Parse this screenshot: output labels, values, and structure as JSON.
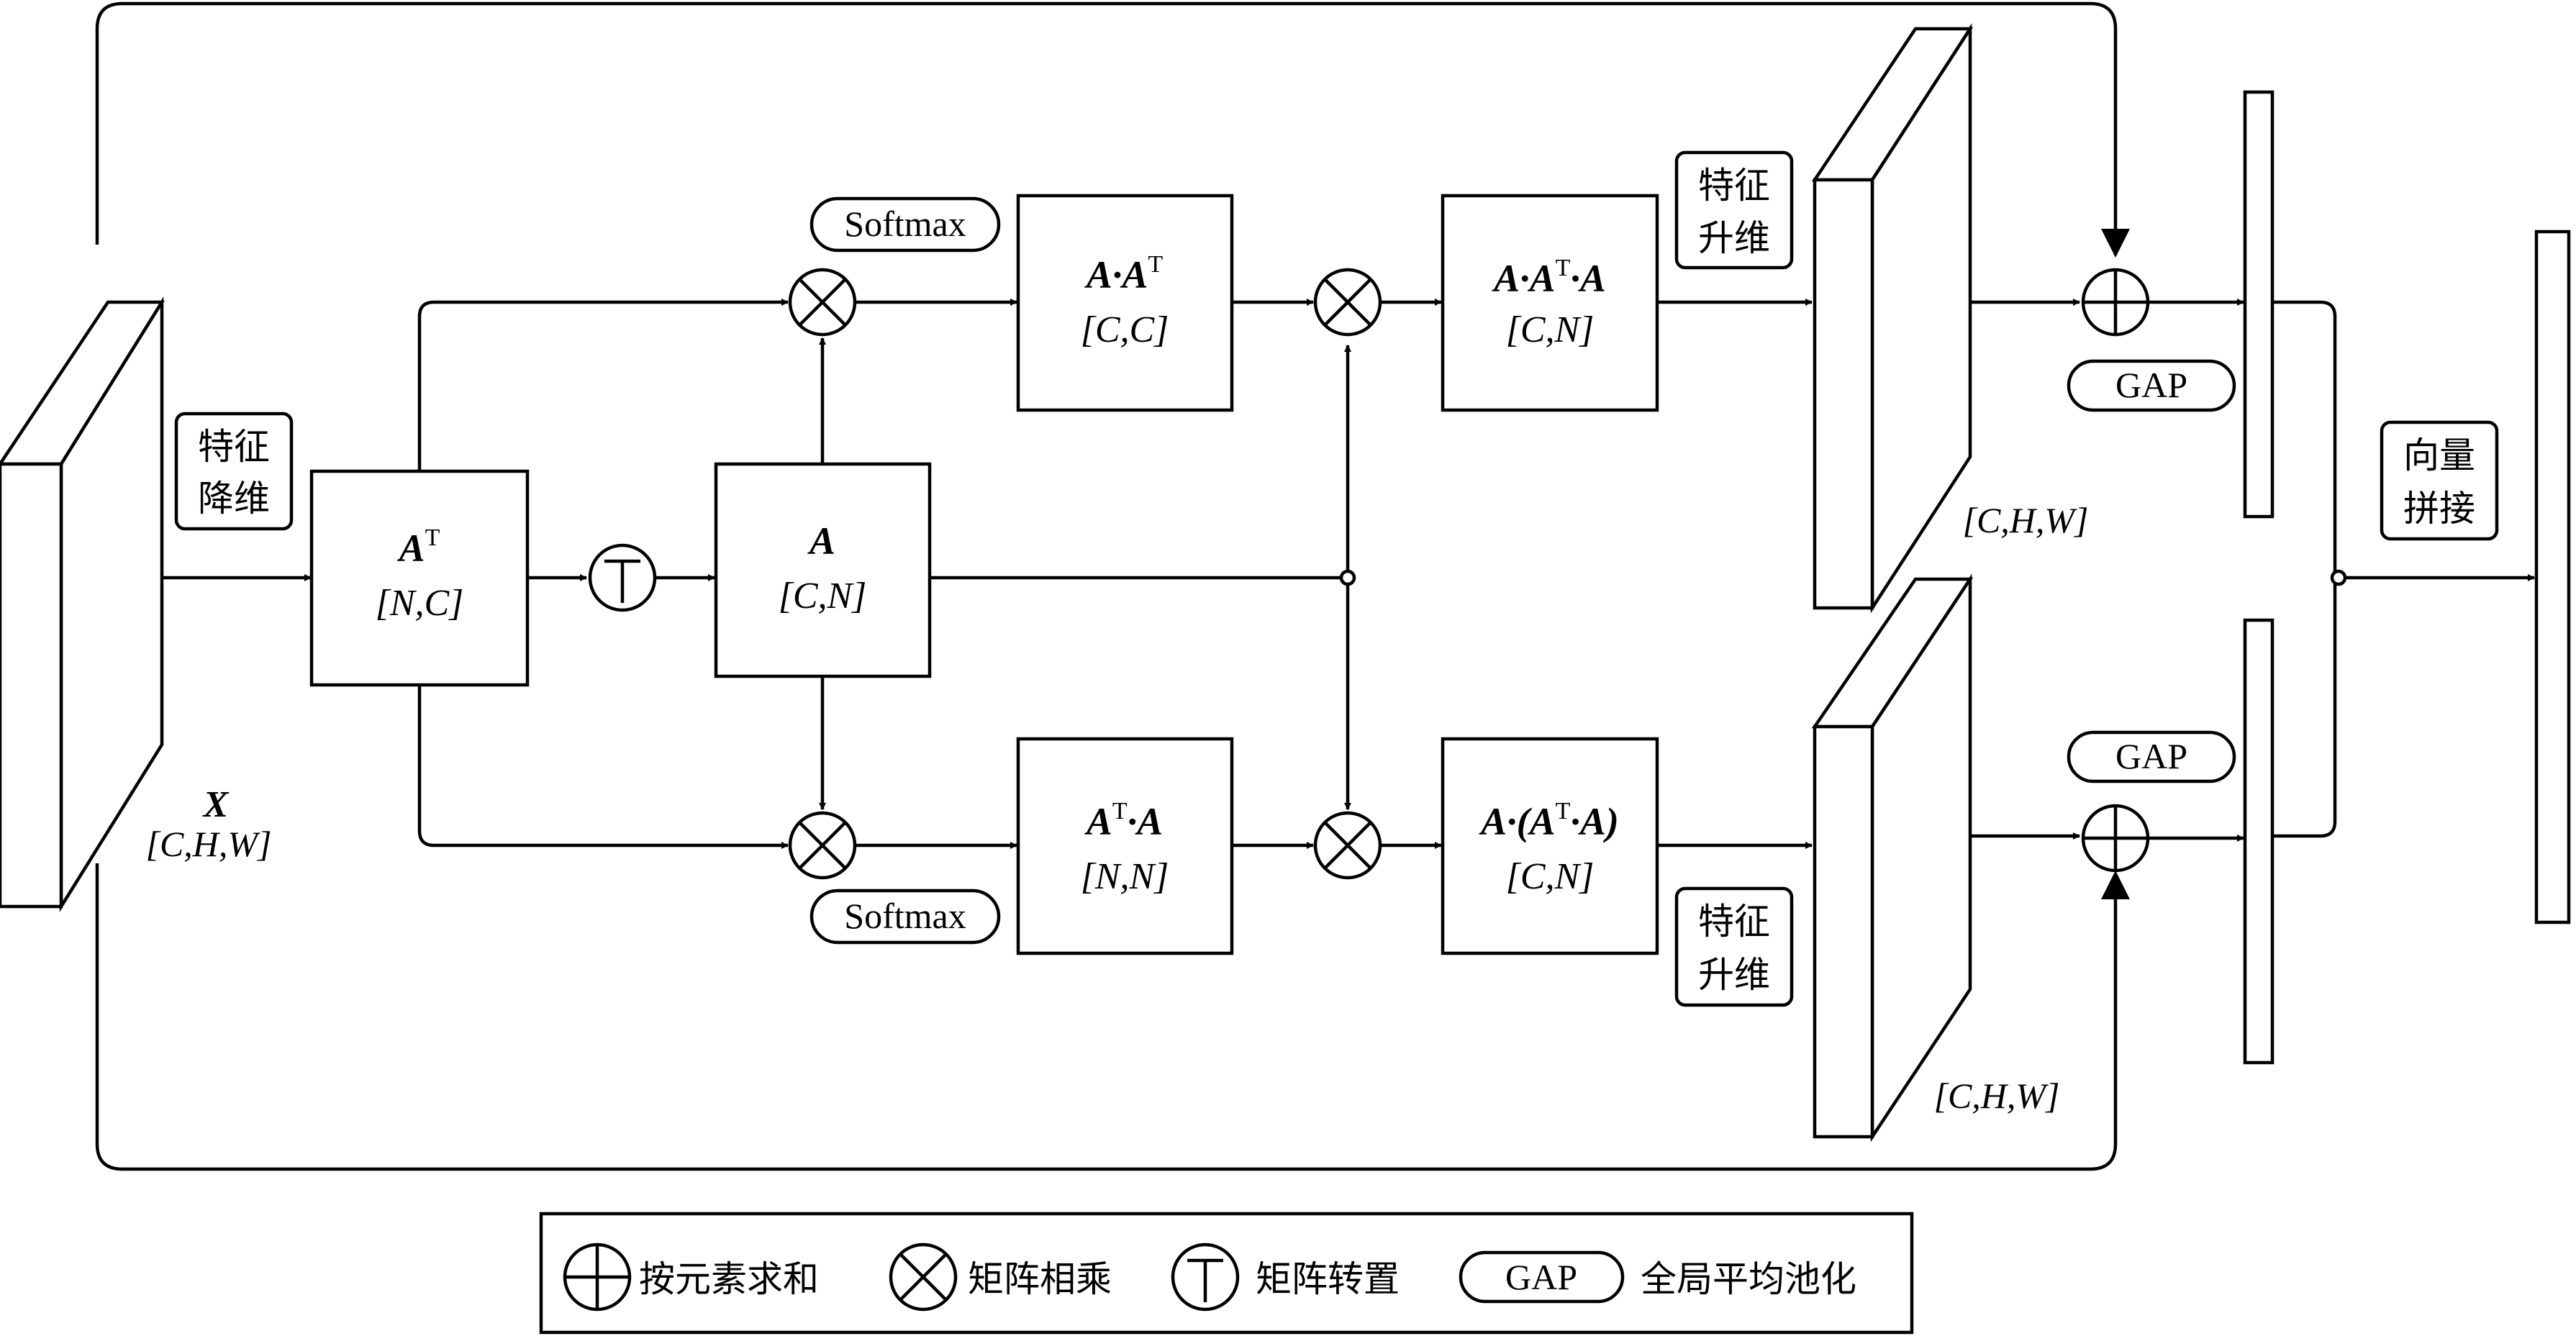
{
  "input": {
    "name": "X",
    "shape": "[C,H,W]"
  },
  "labels": {
    "reduce_dim": [
      "特征",
      "降维"
    ],
    "upsample_top": [
      "特征",
      "升维"
    ],
    "upsample_bottom": [
      "特征",
      "升维"
    ],
    "concat": [
      "向量",
      "拼接"
    ],
    "softmax_top": "Softmax",
    "softmax_bottom": "Softmax",
    "gap_top": "GAP",
    "gap_bottom": "GAP"
  },
  "boxes": {
    "at": {
      "title": "A",
      "sup": "T",
      "shape": "[N,C]"
    },
    "a": {
      "title": "A",
      "shape": "[C,N]"
    },
    "aat": {
      "title_parts": [
        "A·A",
        "T"
      ],
      "shape": "[C,C]"
    },
    "ata": {
      "title_parts": [
        "A",
        "T",
        "·A"
      ],
      "shape": "[N,N]"
    },
    "aata": {
      "title_parts": [
        "A·A",
        "T",
        "·A"
      ],
      "shape": "[C,N]"
    },
    "a_ata": {
      "title_parts": [
        "A·(A",
        "T",
        "·A)"
      ],
      "shape": "[C,N]"
    }
  },
  "feature_maps": {
    "top_shape": "[C,H,W]",
    "bottom_shape": "[C,H,W]"
  },
  "legend": {
    "add": "按元素求和",
    "matmul": "矩阵相乘",
    "transpose": "矩阵转置",
    "gap": "GAP",
    "gap_desc": "全局平均池化"
  }
}
